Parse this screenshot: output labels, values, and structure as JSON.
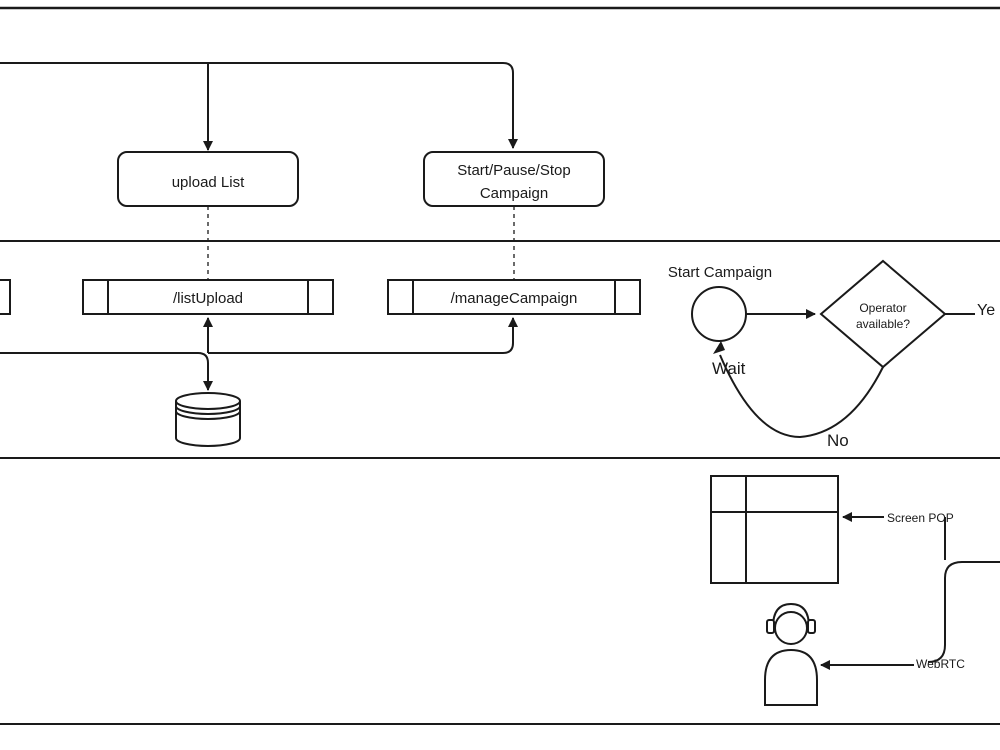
{
  "boxes": {
    "upload_list": "upload List",
    "start_pause_stop_line1": "Start/Pause/Stop",
    "start_pause_stop_line2": "Campaign"
  },
  "endpoints": {
    "list_upload": "/listUpload",
    "manage_campaign": "/manageCampaign"
  },
  "flow": {
    "start_campaign": "Start Campaign",
    "operator_line1": "Operator",
    "operator_line2": "available?",
    "yes": "Ye",
    "no": "No",
    "wait": "Wait"
  },
  "client": {
    "screen_pop": "Screen POP",
    "webrtc": "WebRTC"
  }
}
